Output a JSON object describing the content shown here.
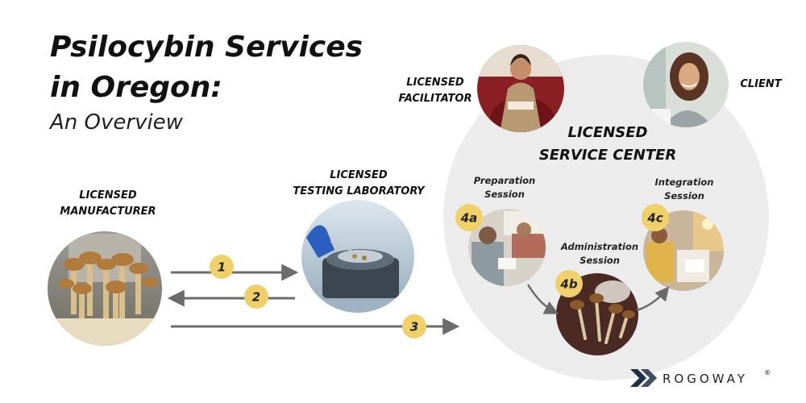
{
  "title": {
    "line1": "Psilocybin Services",
    "line2": "in Oregon:",
    "subtitle": "An Overview"
  },
  "manufacturer": {
    "label_line1": "LICENSED",
    "label_line2": "MANUFACTURER"
  },
  "laboratory": {
    "label_line1": "LICENSED",
    "label_line2": "TESTING LABORATORY"
  },
  "facilitator": {
    "label_line1": "LICENSED",
    "label_line2": "FACILITATOR"
  },
  "client": {
    "label": "CLIENT"
  },
  "service_center": {
    "label_line1": "LICENSED",
    "label_line2": "SERVICE CENTER"
  },
  "sessions": {
    "preparation": {
      "line1": "Preparation",
      "line2": "Session",
      "badge": "4a"
    },
    "administration": {
      "line1": "Administration",
      "line2": "Session",
      "badge": "4b"
    },
    "integration": {
      "line1": "Integration",
      "line2": "Session",
      "badge": "4c"
    }
  },
  "steps": {
    "one": "1",
    "two": "2",
    "three": "3"
  },
  "logo": {
    "text": "ROGOWAY",
    "reg": "®"
  },
  "colors": {
    "badge": "#f0d068",
    "arrow": "#6b6b6b",
    "service_circle": "#ececec",
    "text": "#111111"
  },
  "icons": {
    "manufacturer_photo": "mushroom-cluster-photo",
    "laboratory_photo": "lab-sample-photo",
    "facilitator_photo": "facilitator-portrait-photo",
    "client_photo": "client-portrait-photo",
    "preparation_photo": "preparation-session-photo",
    "administration_photo": "dried-mushrooms-photo",
    "integration_photo": "integration-session-photo",
    "logo_mark": "rogoway-logo-mark"
  }
}
